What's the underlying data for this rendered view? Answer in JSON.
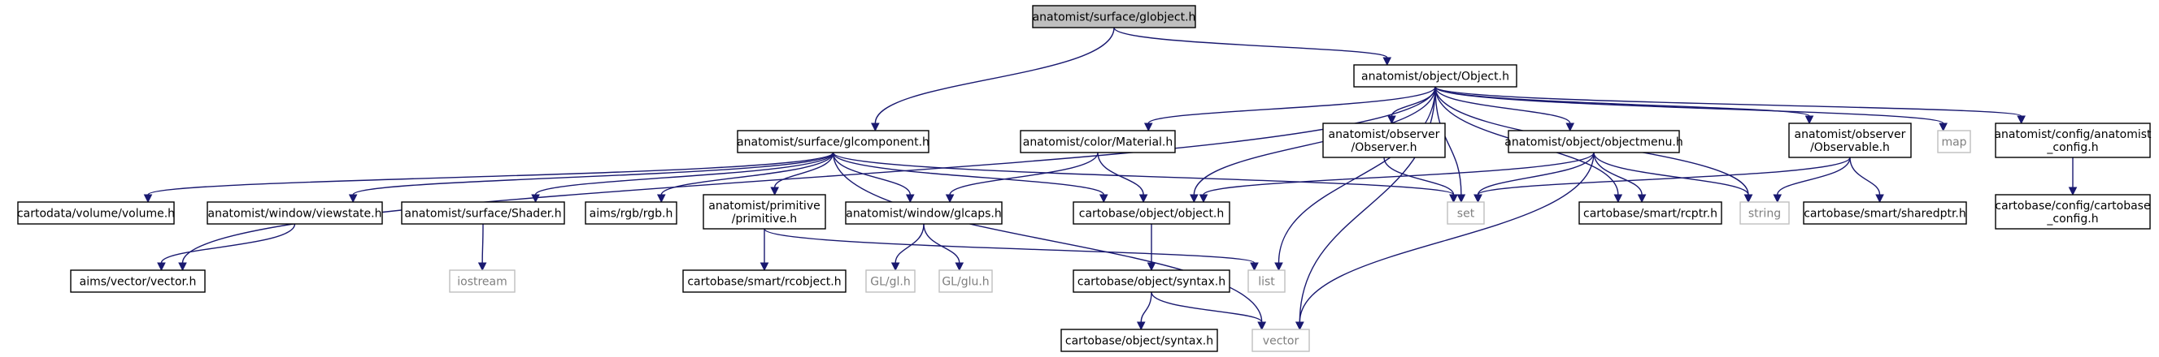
{
  "graph": {
    "nodes": [
      {
        "id": "globject",
        "lines": [
          "anatomist/surface/globject.h"
        ],
        "style": "root"
      },
      {
        "id": "object",
        "lines": [
          "anatomist/object/Object.h"
        ],
        "style": "normal"
      },
      {
        "id": "glcomponent",
        "lines": [
          "anatomist/surface/glcomponent.h"
        ],
        "style": "normal"
      },
      {
        "id": "material",
        "lines": [
          "anatomist/color/Material.h"
        ],
        "style": "normal"
      },
      {
        "id": "observer",
        "lines": [
          "anatomist/observer",
          "/Observer.h"
        ],
        "style": "normal"
      },
      {
        "id": "objectmenu",
        "lines": [
          "anatomist/object/objectmenu.h"
        ],
        "style": "normal"
      },
      {
        "id": "observable",
        "lines": [
          "anatomist/observer",
          "/Observable.h"
        ],
        "style": "normal"
      },
      {
        "id": "map",
        "lines": [
          "map"
        ],
        "style": "external"
      },
      {
        "id": "config",
        "lines": [
          "anatomist/config/anatomist",
          "_config.h"
        ],
        "style": "normal"
      },
      {
        "id": "volume",
        "lines": [
          "cartodata/volume/volume.h"
        ],
        "style": "normal"
      },
      {
        "id": "viewstate",
        "lines": [
          "anatomist/window/viewstate.h"
        ],
        "style": "normal"
      },
      {
        "id": "shader",
        "lines": [
          "anatomist/surface/Shader.h"
        ],
        "style": "normal"
      },
      {
        "id": "rgb",
        "lines": [
          "aims/rgb/rgb.h"
        ],
        "style": "normal"
      },
      {
        "id": "primitive",
        "lines": [
          "anatomist/primitive",
          "/primitive.h"
        ],
        "style": "normal"
      },
      {
        "id": "glcaps",
        "lines": [
          "anatomist/window/glcaps.h"
        ],
        "style": "normal"
      },
      {
        "id": "cobject",
        "lines": [
          "cartobase/object/object.h"
        ],
        "style": "normal"
      },
      {
        "id": "set",
        "lines": [
          "set"
        ],
        "style": "external"
      },
      {
        "id": "rcptr",
        "lines": [
          "cartobase/smart/rcptr.h"
        ],
        "style": "normal"
      },
      {
        "id": "string",
        "lines": [
          "string"
        ],
        "style": "external"
      },
      {
        "id": "sharedptr",
        "lines": [
          "cartobase/smart/sharedptr.h"
        ],
        "style": "normal"
      },
      {
        "id": "cbconfig",
        "lines": [
          "cartobase/config/cartobase",
          "_config.h"
        ],
        "style": "normal"
      },
      {
        "id": "vector_h",
        "lines": [
          "aims/vector/vector.h"
        ],
        "style": "normal"
      },
      {
        "id": "iostream",
        "lines": [
          "iostream"
        ],
        "style": "external"
      },
      {
        "id": "rcobject",
        "lines": [
          "cartobase/smart/rcobject.h"
        ],
        "style": "normal"
      },
      {
        "id": "gl",
        "lines": [
          "GL/gl.h"
        ],
        "style": "external"
      },
      {
        "id": "glu",
        "lines": [
          "GL/glu.h"
        ],
        "style": "external"
      },
      {
        "id": "list",
        "lines": [
          "list"
        ],
        "style": "external"
      },
      {
        "id": "syntax1",
        "lines": [
          "cartobase/object/syntax.h"
        ],
        "style": "normal"
      },
      {
        "id": "vector",
        "lines": [
          "vector"
        ],
        "style": "external"
      },
      {
        "id": "syntax2",
        "lines": [
          "cartobase/object/syntax.h"
        ],
        "style": "normal"
      }
    ],
    "edges": [
      [
        "globject",
        "object"
      ],
      [
        "globject",
        "glcomponent"
      ],
      [
        "object",
        "vector_h"
      ],
      [
        "object",
        "material"
      ],
      [
        "object",
        "cobject"
      ],
      [
        "object",
        "list"
      ],
      [
        "object",
        "vector"
      ],
      [
        "object",
        "observer"
      ],
      [
        "object",
        "set"
      ],
      [
        "object",
        "objectmenu"
      ],
      [
        "object",
        "rcptr"
      ],
      [
        "object",
        "string"
      ],
      [
        "object",
        "observable"
      ],
      [
        "object",
        "map"
      ],
      [
        "object",
        "config"
      ],
      [
        "glcomponent",
        "volume"
      ],
      [
        "glcomponent",
        "viewstate"
      ],
      [
        "glcomponent",
        "shader"
      ],
      [
        "glcomponent",
        "rgb"
      ],
      [
        "glcomponent",
        "primitive"
      ],
      [
        "glcomponent",
        "glcaps"
      ],
      [
        "glcomponent",
        "cobject"
      ],
      [
        "glcomponent",
        "set"
      ],
      [
        "glcomponent",
        "vector"
      ],
      [
        "material",
        "glcaps"
      ],
      [
        "material",
        "cobject"
      ],
      [
        "observer",
        "set"
      ],
      [
        "objectmenu",
        "cobject"
      ],
      [
        "objectmenu",
        "set"
      ],
      [
        "objectmenu",
        "rcptr"
      ],
      [
        "objectmenu",
        "string"
      ],
      [
        "objectmenu",
        "vector"
      ],
      [
        "observable",
        "set"
      ],
      [
        "observable",
        "string"
      ],
      [
        "observable",
        "sharedptr"
      ],
      [
        "config",
        "cbconfig"
      ],
      [
        "viewstate",
        "vector_h"
      ],
      [
        "shader",
        "iostream"
      ],
      [
        "primitive",
        "rcobject"
      ],
      [
        "primitive",
        "list"
      ],
      [
        "glcaps",
        "gl"
      ],
      [
        "glcaps",
        "glu"
      ],
      [
        "cobject",
        "syntax1"
      ],
      [
        "syntax1",
        "syntax2"
      ],
      [
        "syntax1",
        "vector"
      ]
    ]
  }
}
